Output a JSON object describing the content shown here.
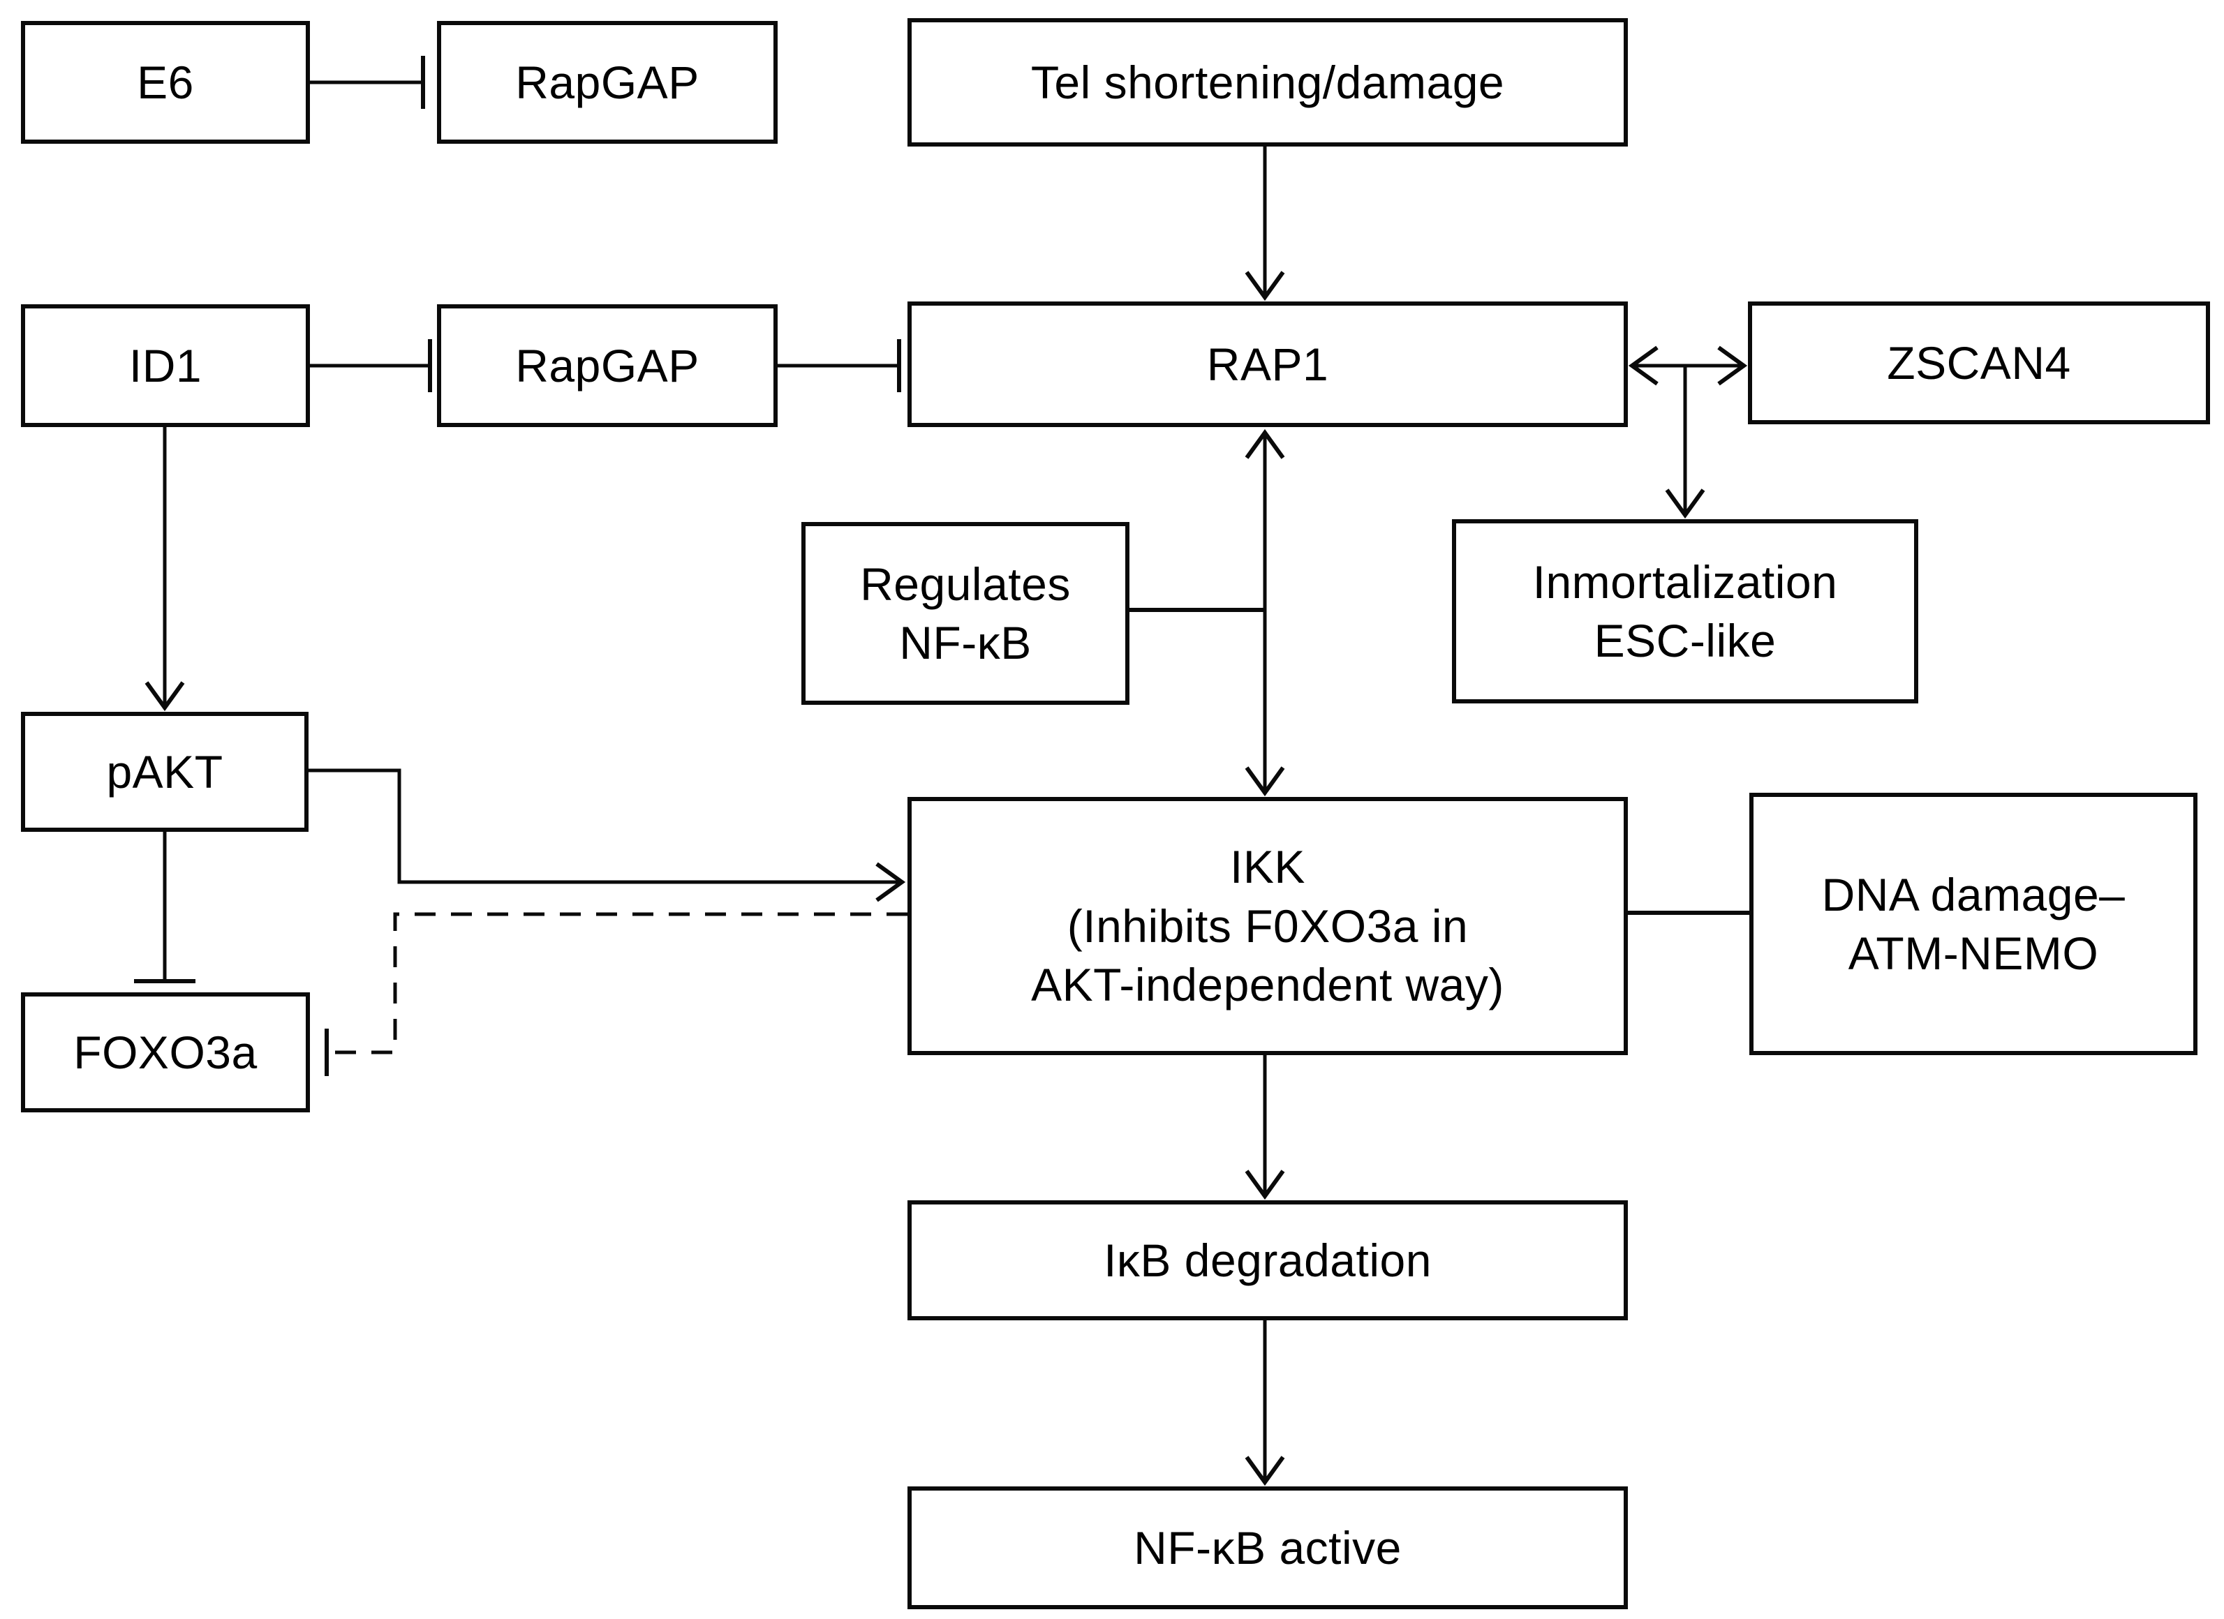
{
  "diagram_title": "RAP1 / NF-kB signaling pathway diagram",
  "nodes": {
    "e6": {
      "label": "E6"
    },
    "rapgap1": {
      "label": "RapGAP"
    },
    "tel": {
      "label": "Tel shortening/damage"
    },
    "id1": {
      "label": "ID1"
    },
    "rapgap2": {
      "label": "RapGAP"
    },
    "rap1": {
      "label": "RAP1"
    },
    "zscan4": {
      "label": "ZSCAN4"
    },
    "regulates": {
      "label": "Regulates\nNF-κB"
    },
    "inmort": {
      "label": "Inmortalization\nESC-like"
    },
    "pakt": {
      "label": "pAKT"
    },
    "foxo3a": {
      "label": "FOXO3a"
    },
    "ikk": {
      "label": "IKK\n(Inhibits F0XO3a in\nAKT-independent way)"
    },
    "dna": {
      "label": "DNA damage–\nATM-NEMO"
    },
    "ikb": {
      "label": "IκB degradation"
    },
    "nfkb": {
      "label": "NF-κB active"
    }
  },
  "edges": [
    {
      "from": "E6",
      "to": "RapGAP (top)",
      "type": "inhibition"
    },
    {
      "from": "Tel shortening/damage",
      "to": "RAP1",
      "type": "activation"
    },
    {
      "from": "ID1",
      "to": "RapGAP",
      "type": "inhibition"
    },
    {
      "from": "RapGAP",
      "to": "RAP1",
      "type": "inhibition"
    },
    {
      "from": "RAP1",
      "to": "ZSCAN4",
      "type": "bidirectional-arrow"
    },
    {
      "from": "RAP1–ZSCAN4 link",
      "to": "Inmortalization ESC-like",
      "type": "activation"
    },
    {
      "from": "RAP1",
      "to": "IKK",
      "type": "bidirectional-arrow"
    },
    {
      "from": "Regulates NF-κB",
      "to": "RAP1–IKK axis",
      "type": "plain-line"
    },
    {
      "from": "ID1",
      "to": "pAKT",
      "type": "activation"
    },
    {
      "from": "pAKT",
      "to": "FOXO3a",
      "type": "inhibition"
    },
    {
      "from": "pAKT",
      "to": "IKK",
      "type": "activation"
    },
    {
      "from": "IKK",
      "to": "FOXO3a",
      "type": "inhibition-dashed"
    },
    {
      "from": "IKK",
      "to": "DNA damage–ATM-NEMO",
      "type": "plain-line"
    },
    {
      "from": "IKK",
      "to": "IκB degradation",
      "type": "activation"
    },
    {
      "from": "IκB degradation",
      "to": "NF-κB active",
      "type": "activation"
    }
  ],
  "colors": {
    "stroke": "#0a0a0a",
    "background": "#ffffff"
  }
}
